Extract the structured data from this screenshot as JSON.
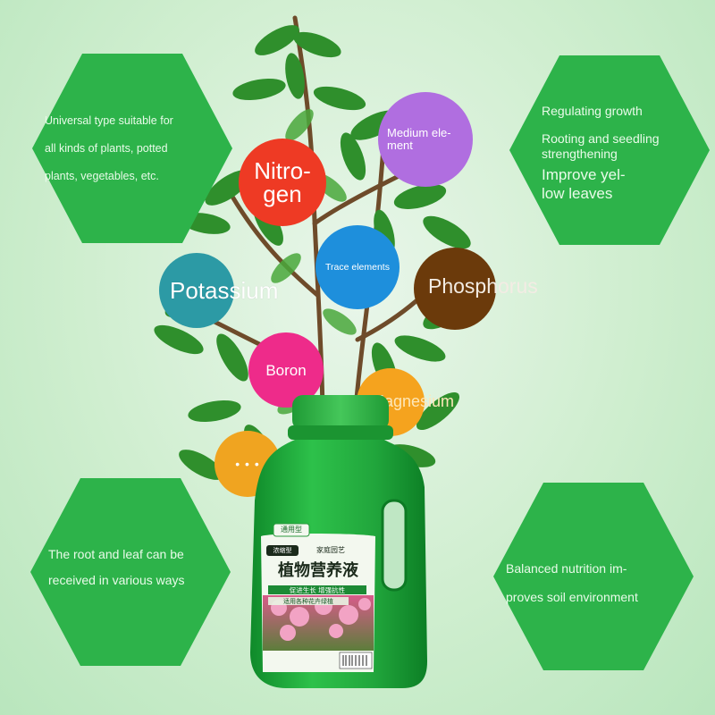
{
  "hexagons": {
    "top_left": {
      "lines": [
        "Universal type suitable for",
        "all kinds of plants, potted",
        "plants, vegetables, etc."
      ],
      "color": "#2db34a"
    },
    "top_right": {
      "lines": [
        "Regulating growth",
        "Rooting and seedling",
        "strengthening",
        "Improve yel-",
        "low leaves"
      ],
      "color": "#2db34a"
    },
    "bottom_left": {
      "lines": [
        "The root and leaf can be",
        "received in various ways"
      ],
      "color": "#2db34a"
    },
    "bottom_right": {
      "lines": [
        "Balanced nutrition im-",
        "proves soil environment"
      ],
      "color": "#2db34a"
    }
  },
  "nutrients": {
    "nitrogen": {
      "lines": [
        "Nitro-",
        "gen"
      ],
      "color": "#ee3a24"
    },
    "medium_element": {
      "lines": [
        "Medium ele-",
        "ment"
      ],
      "color": "#b06ee0"
    },
    "trace_elements": {
      "lines": [
        "Trace elements"
      ],
      "color": "#1e8fdc"
    },
    "potassium": {
      "lines": [
        "Potassium"
      ],
      "color": "#2c9aa5"
    },
    "phosphorus": {
      "lines": [
        "Phosphorus"
      ],
      "color": "#6b3a0b"
    },
    "boron": {
      "lines": [
        "Boron"
      ],
      "color": "#ee2b8a"
    },
    "magnesium": {
      "lines": [
        "Magnesium"
      ],
      "color": "#f5a31e"
    },
    "more": {
      "lines": [
        "• • •"
      ],
      "color": "#f0a420"
    }
  },
  "bottle": {
    "badge": "通用型",
    "tag_left": "浓缩型",
    "tag_right": "家庭园艺",
    "title": "植物营养液",
    "sub1": "促进生长 增强抗性",
    "sub2": "适用各种花卉绿植",
    "colors": {
      "body": "#1ea83b",
      "cap": "#34b848",
      "label": "#f3f8ef",
      "title": "#1b2a1b"
    }
  }
}
